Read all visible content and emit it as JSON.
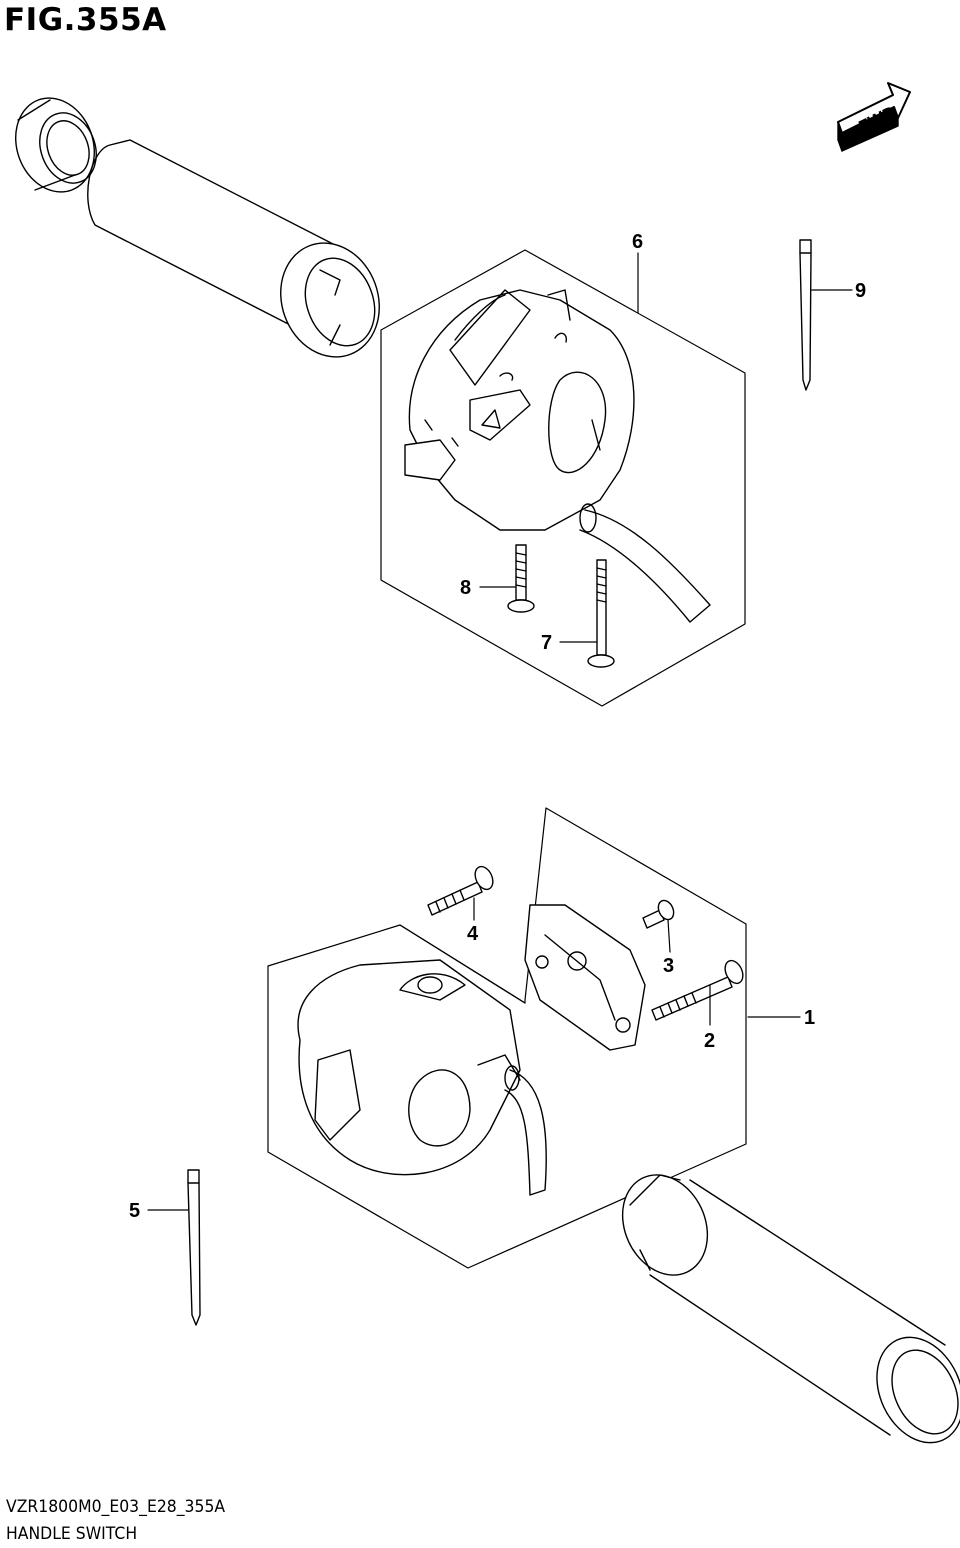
{
  "figure": {
    "title": "FIG.355A",
    "code": "VZR1800M0_E03_E28_355A",
    "name": "HANDLE SWITCH"
  },
  "direction_badge": {
    "label": "FWD"
  },
  "callouts": [
    {
      "ref": "1"
    },
    {
      "ref": "2"
    },
    {
      "ref": "3"
    },
    {
      "ref": "4"
    },
    {
      "ref": "5"
    },
    {
      "ref": "6"
    },
    {
      "ref": "7"
    },
    {
      "ref": "8"
    },
    {
      "ref": "9"
    }
  ],
  "colors": {
    "ink": "#000000",
    "paper": "#ffffff"
  }
}
